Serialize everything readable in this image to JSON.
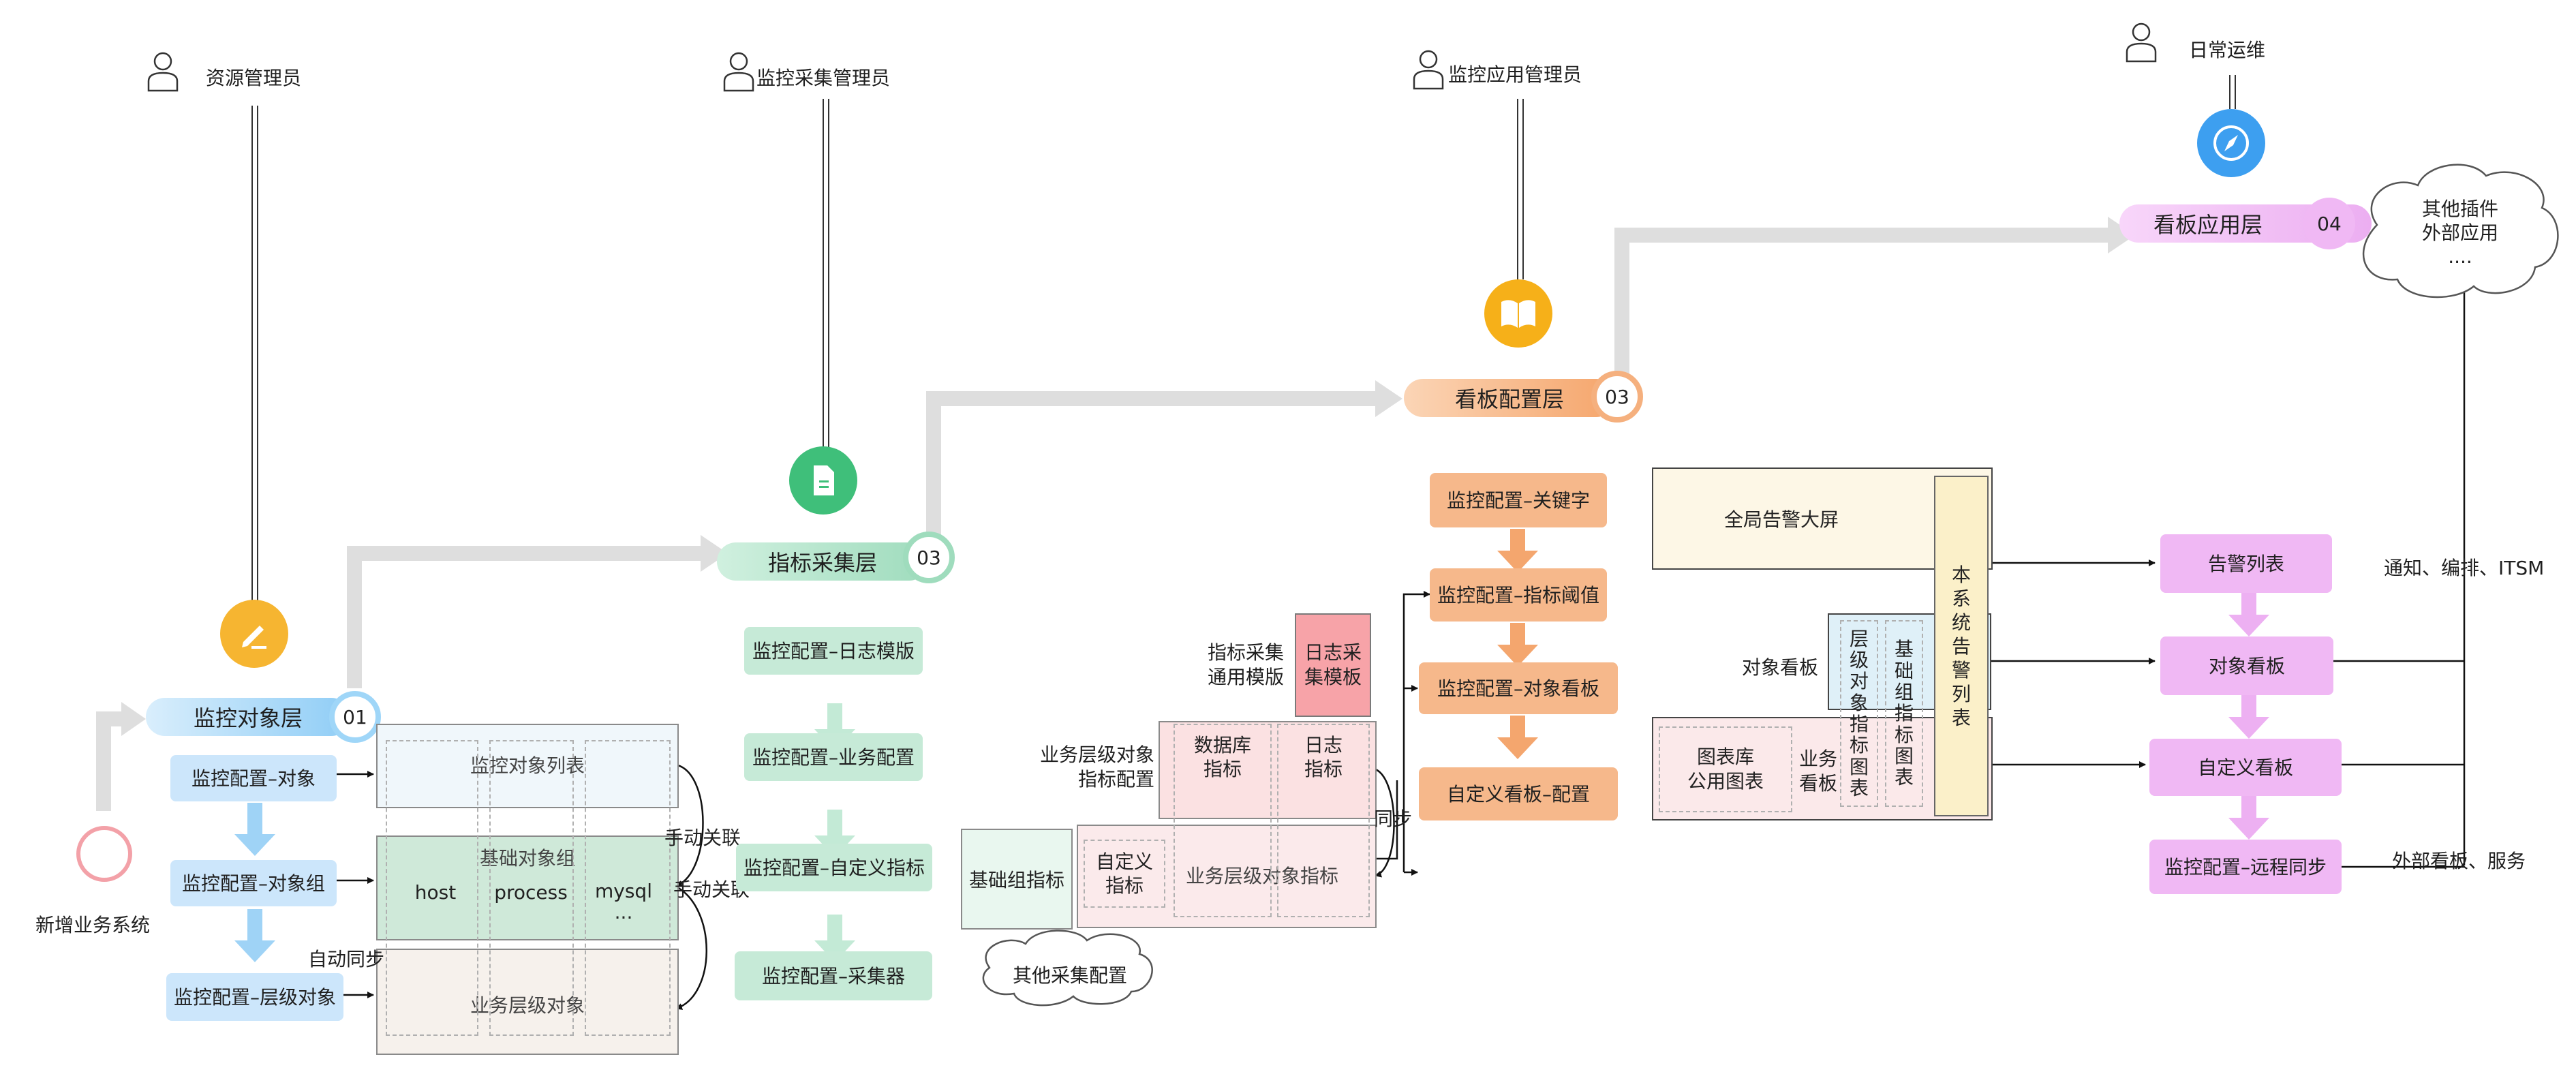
{
  "roles": {
    "resource_admin": "资源管理员",
    "collect_admin": "监控采集管理员",
    "app_admin": "监控应用管理员",
    "daily_ops": "日常运维"
  },
  "layers": {
    "object": {
      "label": "监控对象层",
      "num": "01"
    },
    "collect": {
      "label": "指标采集层",
      "num": "03"
    },
    "dashboard": {
      "label": "看板配置层",
      "num": "03"
    },
    "app": {
      "label": "看板应用层",
      "num": "04"
    }
  },
  "start": {
    "label": "新增业务系统"
  },
  "object_steps": [
    "监控配置–对象",
    "监控配置–对象组",
    "监控配置–层级对象"
  ],
  "object_panel": {
    "list_title": "监控对象列表",
    "group_title": "基础对象组",
    "group_items": [
      "host",
      "process",
      "mysql\n..."
    ],
    "hier_title": "业务层级对象",
    "manual_link": "手动关联",
    "auto_sync": "自动同步"
  },
  "collect_steps": [
    "监控配置–日志模版",
    "监控配置–业务配置",
    "监控配置–自定义指标",
    "监控配置–采集器"
  ],
  "collect_panel": {
    "log_template_label": "指标采集\n通用模版",
    "log_template_box": "日志采\n集模板",
    "biz_config_label": "业务层级对象\n指标配置",
    "db_metric": "数据库\n指标",
    "log_metric": "日志\n指标",
    "base_metric": "基础组指标",
    "custom_metric": "自定义\n指标",
    "biz_metric": "业务层级对象指标",
    "sync": "同步",
    "other_cloud": "其他采集配置"
  },
  "dashboard_steps": [
    "监控配置–关键字",
    "监控配置–指标阈值",
    "监控配置–对象看板",
    "自定义看板–配置"
  ],
  "screen_panel": {
    "global_alarm": "全局告警大屏",
    "object_board": "对象看板",
    "hier_chart": "层\n级\n对\n象\n指\n标\n图\n表",
    "base_chart": "基\n础\n组\n指\n标\n图\n表",
    "alarm_list": "本\n系\n统\n告\n警\n列\n表",
    "chart_lib": "图表库\n公用图表",
    "biz_board": "业务\n看板"
  },
  "app_steps": [
    "告警列表",
    "对象看板",
    "自定义看板",
    "监控配置–远程同步"
  ],
  "outputs": {
    "notify": "通知、编排、ITSM",
    "external": "外部看板、服务",
    "cloud": "其他插件\n外部应用\n...."
  },
  "colors": {
    "blue": "#cce6fb",
    "green": "#c6ead7",
    "orange": "#f6b88b",
    "purple": "#f0b8f4",
    "flow_grey": "#dedede",
    "start_ring": "#f3a1a8"
  }
}
